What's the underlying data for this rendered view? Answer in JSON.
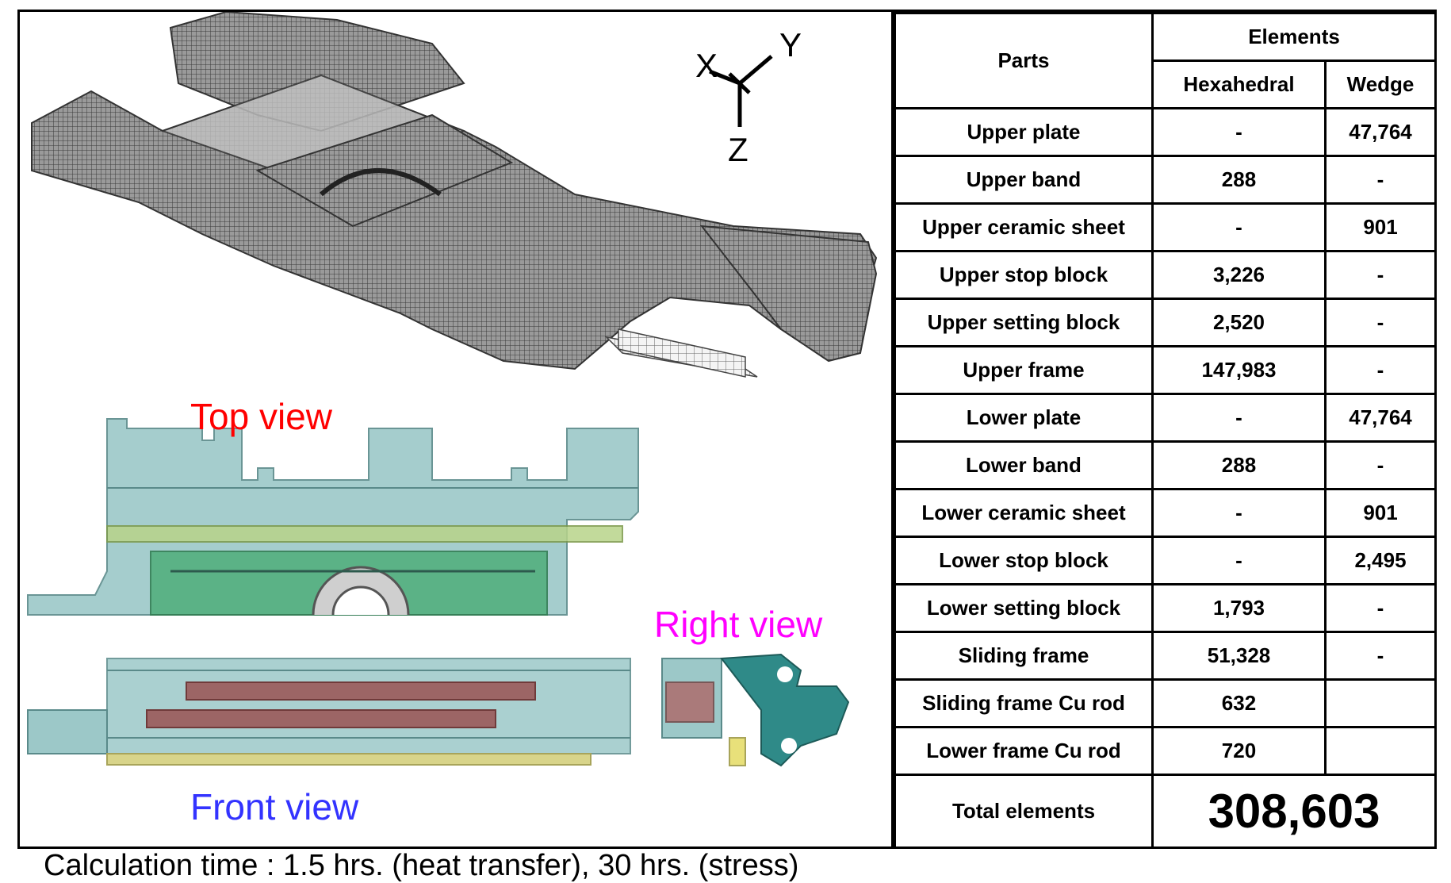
{
  "axes": {
    "x": "X",
    "y": "Y",
    "z": "Z"
  },
  "views": {
    "top": "Top view",
    "right": "Right view",
    "front": "Front view"
  },
  "colors": {
    "top_label": "#ff0000",
    "right_label": "#ff00ff",
    "front_label": "#3333ff",
    "part_teal": "#7fb3b3",
    "part_green": "#3d9a6a",
    "part_brown": "#8a3a3a",
    "part_yellow": "#d8d48a",
    "mesh": "#555555"
  },
  "table": {
    "header_parts": "Parts",
    "header_elements": "Elements",
    "header_hexa": "Hexahedral",
    "header_wedge": "Wedge",
    "rows": [
      {
        "part": "Upper plate",
        "hexa": "-",
        "wedge": "47,764"
      },
      {
        "part": "Upper band",
        "hexa": "288",
        "wedge": "-"
      },
      {
        "part": "Upper ceramic sheet",
        "hexa": "-",
        "wedge": "901"
      },
      {
        "part": "Upper stop block",
        "hexa": "3,226",
        "wedge": "-"
      },
      {
        "part": "Upper setting block",
        "hexa": "2,520",
        "wedge": "-"
      },
      {
        "part": "Upper frame",
        "hexa": "147,983",
        "wedge": "-"
      },
      {
        "part": "Lower plate",
        "hexa": "-",
        "wedge": "47,764"
      },
      {
        "part": "Lower band",
        "hexa": "288",
        "wedge": "-"
      },
      {
        "part": "Lower ceramic sheet",
        "hexa": "-",
        "wedge": "901"
      },
      {
        "part": "Lower stop block",
        "hexa": "-",
        "wedge": "2,495"
      },
      {
        "part": "Lower setting block",
        "hexa": "1,793",
        "wedge": "-"
      },
      {
        "part": "Sliding frame",
        "hexa": "51,328",
        "wedge": "-"
      },
      {
        "part": "Sliding frame Cu rod",
        "hexa": "632",
        "wedge": ""
      },
      {
        "part": "Lower frame Cu rod",
        "hexa": "720",
        "wedge": ""
      }
    ],
    "total_label": "Total elements",
    "total_value": "308,603"
  },
  "caption": "Calculation time : 1.5 hrs. (heat transfer), 30 hrs. (stress)"
}
